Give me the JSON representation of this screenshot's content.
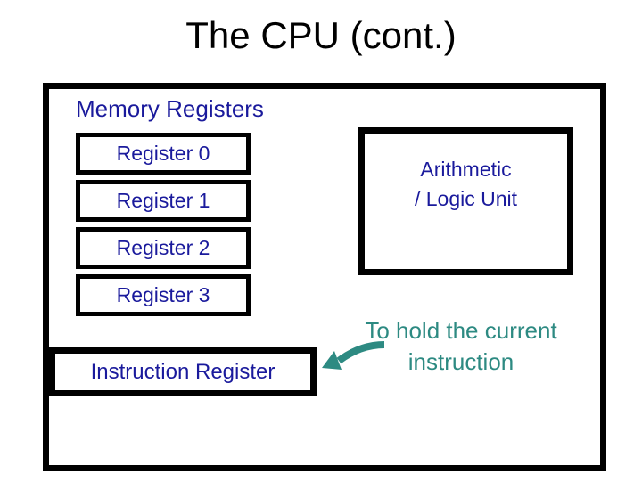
{
  "title": "The CPU (cont.)",
  "colors": {
    "label_blue": "#1a1a9c",
    "annotation_teal": "#2d8a82",
    "box_border_black": "#000000",
    "background_white": "#ffffff"
  },
  "diagram": {
    "section_label": "Memory Registers",
    "registers": [
      "Register 0",
      "Register 1",
      "Register 2",
      "Register 3"
    ],
    "alu": {
      "line1": "Arithmetic",
      "line2": "/ Logic Unit"
    },
    "instruction_register_label": "Instruction Register",
    "annotation": {
      "line1": "To hold the current",
      "line2": "instruction"
    },
    "arrow_icon": "teal-arrow-pointing-to-instruction-register"
  }
}
